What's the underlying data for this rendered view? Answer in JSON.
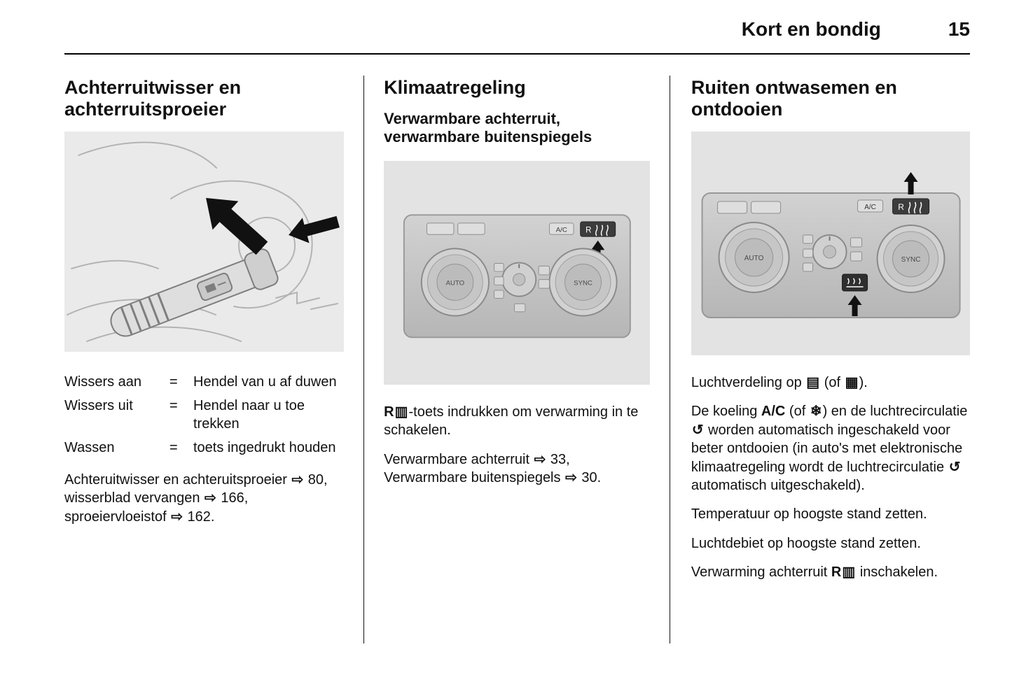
{
  "header": {
    "chapter_title": "Kort en bondig",
    "page_number": "15"
  },
  "icons": {
    "page-ref-arrow": "⇨",
    "heated-rear-window": "▥",
    "windscreen-demist": "▤",
    "windscreen-floor-demist": "▦",
    "snowflake": "❄",
    "air-recirculation": "↺"
  },
  "col_wiper": {
    "heading": "Achterruitwisser en achterruitsproeier",
    "table": [
      {
        "term": "Wissers aan",
        "eq": "=",
        "desc": "Hendel van u af duwen"
      },
      {
        "term": "Wissers uit",
        "eq": "=",
        "desc": "Hendel naar u toe trekken"
      },
      {
        "term": "Wassen",
        "eq": "=",
        "desc": "toets ingedrukt houden"
      }
    ],
    "footer_segments": [
      {
        "text": "Achteruitwisser en achteruitsproeier "
      },
      {
        "icon": "page-ref-arrow"
      },
      {
        "text": " 80, wisserblad vervangen "
      },
      {
        "icon": "page-ref-arrow"
      },
      {
        "text": " 166, sproeiervloeistof "
      },
      {
        "icon": "page-ref-arrow"
      },
      {
        "text": " 162."
      }
    ]
  },
  "col_climate": {
    "heading": "Klimaatregeling",
    "subheading": "Verwarmbare achterruit, verwarmbare buitenspiegels",
    "panel": {
      "left_knob_label": "AUTO",
      "right_knob_label": "SYNC",
      "ac_button_label": "A/C",
      "rear_heat_button_label": "R"
    },
    "paragraphs": [
      {
        "segments": [
          {
            "text": "R",
            "bold": true
          },
          {
            "icon": "heated-rear-window"
          },
          {
            "text": "-toets indrukken om verwarming in te schakelen."
          }
        ]
      },
      {
        "segments": [
          {
            "text": "Verwarmbare achterruit "
          },
          {
            "icon": "page-ref-arrow"
          },
          {
            "text": " 33, Verwarmbare buitenspiegels "
          },
          {
            "icon": "page-ref-arrow"
          },
          {
            "text": " 30."
          }
        ]
      }
    ]
  },
  "col_defrost": {
    "heading": "Ruiten ontwasemen en ontdooien",
    "panel": {
      "left_knob_label": "AUTO",
      "right_knob_label": "SYNC",
      "ac_button_label": "A/C",
      "rear_heat_button_label": "R"
    },
    "paragraphs": [
      {
        "segments": [
          {
            "text": "Luchtverdeling op "
          },
          {
            "icon": "windscreen-demist"
          },
          {
            "text": " (of "
          },
          {
            "icon": "windscreen-floor-demist"
          },
          {
            "text": ")."
          }
        ]
      },
      {
        "segments": [
          {
            "text": "De koeling "
          },
          {
            "text": "A/C",
            "bold": true
          },
          {
            "text": " (of "
          },
          {
            "icon": "snowflake"
          },
          {
            "text": ") en de luchtrecirculatie "
          },
          {
            "icon": "air-recirculation"
          },
          {
            "text": " worden automatisch ingeschakeld voor beter ontdooien (in auto's met elektronische klimaatregeling wordt de luchtrecirculatie "
          },
          {
            "icon": "air-recirculation"
          },
          {
            "text": " automatisch uitgeschakeld)."
          }
        ]
      },
      {
        "segments": [
          {
            "text": "Temperatuur op hoogste stand zetten."
          }
        ]
      },
      {
        "segments": [
          {
            "text": "Luchtdebiet op hoogste stand zetten."
          }
        ]
      },
      {
        "segments": [
          {
            "text": "Verwarming achterruit "
          },
          {
            "text": "R",
            "bold": true
          },
          {
            "icon": "heated-rear-window"
          },
          {
            "text": " inschakelen."
          }
        ]
      }
    ]
  }
}
